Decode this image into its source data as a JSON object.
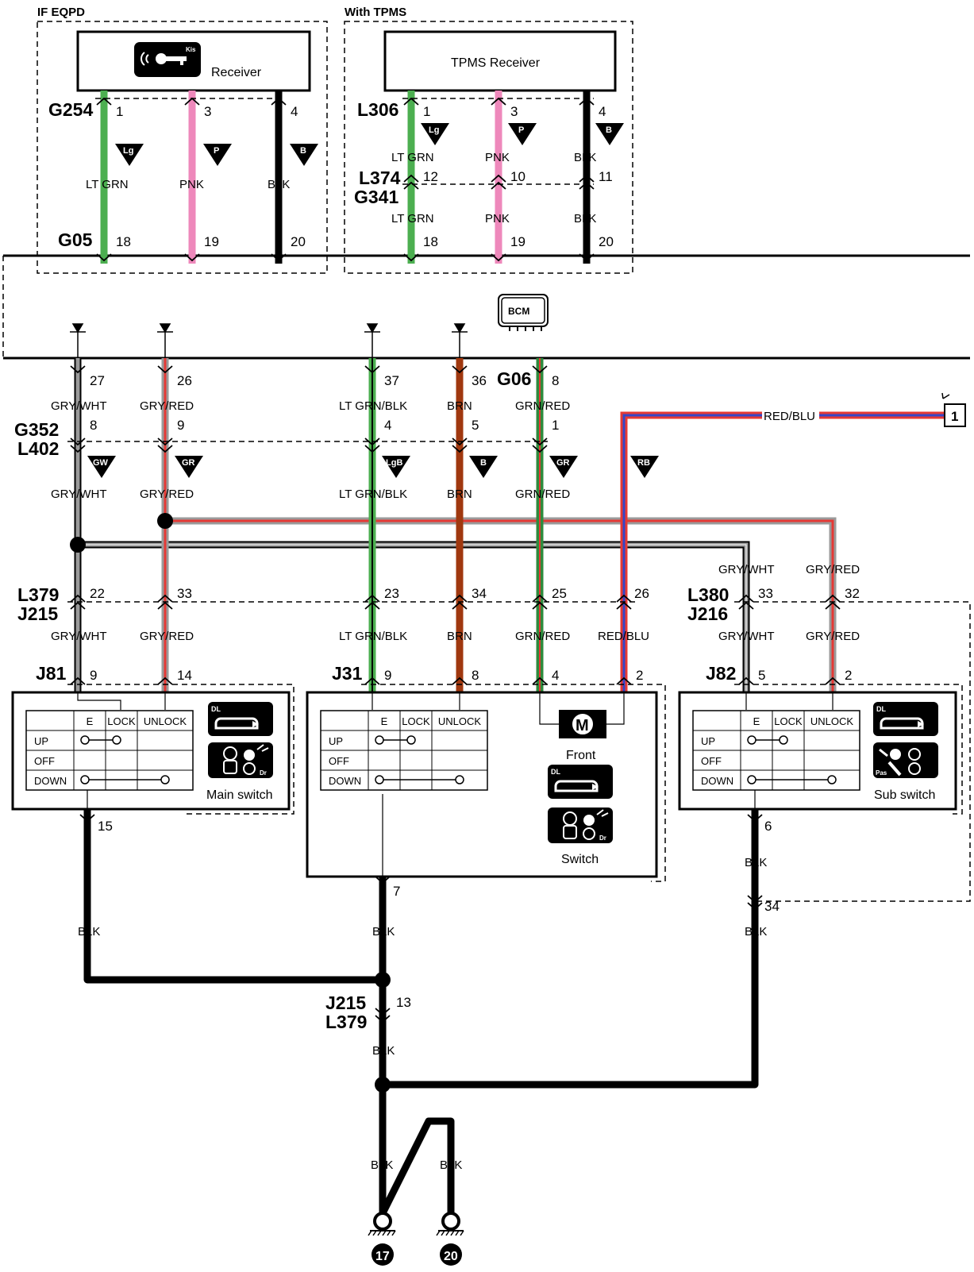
{
  "sections": {
    "eqpd": "IF EQPD",
    "tpms": "With TPMS"
  },
  "modules": {
    "receiver": "Receiver",
    "receiver_icon_badge": "Kis",
    "tpms_receiver": "TPMS Receiver",
    "bcm": "BCM"
  },
  "connectors": {
    "g254": "G254",
    "g05": "G05",
    "l306": "L306",
    "l374": "L374",
    "g341": "G341",
    "g06": "G06",
    "g352": "G352",
    "l402": "L402",
    "l379": "L379",
    "j215": "J215",
    "l380": "L380",
    "j216": "J216",
    "j81": "J81",
    "j31": "J31",
    "j82": "J82",
    "j215b": "J215",
    "l379b": "L379"
  },
  "pins": {
    "g254_1": "1",
    "g254_3": "3",
    "g254_4": "4",
    "g05_18": "18",
    "g05_19": "19",
    "g05_20": "20",
    "l306_1": "1",
    "l306_3": "3",
    "l306_4": "4",
    "l374_12": "12",
    "l374_10": "10",
    "l374_11": "11",
    "g05b_18": "18",
    "g05b_19": "19",
    "g05b_20": "20",
    "bcm_27": "27",
    "bcm_26": "26",
    "bcm_37": "37",
    "bcm_36": "36",
    "g06_8": "8",
    "g352_8": "8",
    "g352_9": "9",
    "g352_4": "4",
    "g352_5": "5",
    "g352_1": "1",
    "l379_22": "22",
    "l379_33": "33",
    "l379_23": "23",
    "l379_34": "34",
    "l379_25": "25",
    "l379_26": "26",
    "l380_33": "33",
    "l380_32": "32",
    "j81_9": "9",
    "j81_14": "14",
    "j31_9": "9",
    "j31_8": "8",
    "j31_4": "4",
    "j31_2": "2",
    "j82_5": "5",
    "j82_2": "2",
    "j81_15": "15",
    "j31_7": "7",
    "j82_6": "6",
    "l380_34": "34",
    "j215_13": "13"
  },
  "wires": {
    "lt_grn": "LT GRN",
    "pnk": "PNK",
    "blk": "BLK",
    "gry_wht": "GRY/WHT",
    "gry_red": "GRY/RED",
    "lt_grn_blk": "LT GRN/BLK",
    "brn": "BRN",
    "grn_red": "GRN/RED",
    "red_blu": "RED/BLU"
  },
  "tags": {
    "lg": "Lg",
    "p": "P",
    "b": "B",
    "gw": "GW",
    "gr": "GR",
    "lgb": "LgB",
    "rb": "RB"
  },
  "page_ref": "1",
  "switches": {
    "table_header": [
      "E",
      "LOCK",
      "UNLOCK"
    ],
    "table_rows": [
      "UP",
      "OFF",
      "DOWN"
    ],
    "main_switch": "Main switch",
    "sub_switch": "Sub switch",
    "front": "Front",
    "switch": "Switch",
    "motor": "M",
    "dl_badge": "DL",
    "dr_badge": "Dr",
    "pas_badge": "Pas"
  },
  "grounds": {
    "g17": "17",
    "g20": "20"
  },
  "colors": {
    "lt_grn": "#4caf50",
    "pnk": "#ee88bb",
    "blk": "#000000",
    "gry": "#9a9a9a",
    "red": "#e53935",
    "brn": "#a0380f",
    "grn": "#2e8b3d",
    "blu": "#3546c8"
  }
}
